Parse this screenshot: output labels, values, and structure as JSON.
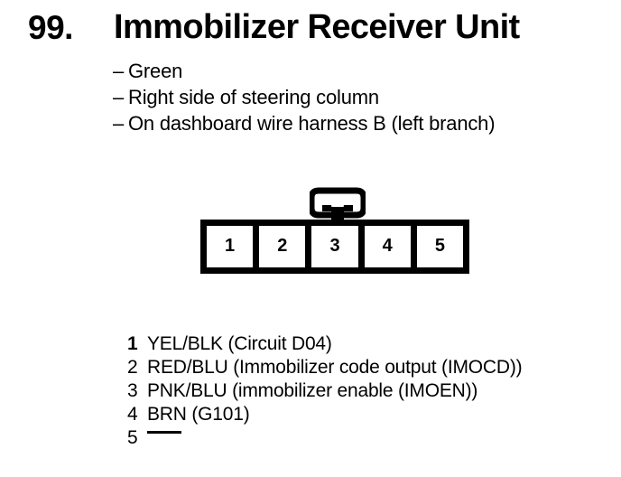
{
  "header": {
    "number": "99.",
    "title": "Immobilizer Receiver Unit"
  },
  "description": {
    "dash": "–",
    "lines": [
      "Green",
      "Right side of steering column",
      "On dashboard wire harness B (left branch)"
    ]
  },
  "connector": {
    "name": "5-pin-connector",
    "latch": "locking-tab",
    "pin_count": 5,
    "pins": [
      {
        "number": "1"
      },
      {
        "number": "2"
      },
      {
        "number": "3"
      },
      {
        "number": "4"
      },
      {
        "number": "5"
      }
    ]
  },
  "pin_legend": [
    {
      "number": "1",
      "description": "YEL/BLK (Circuit D04)",
      "blank": false
    },
    {
      "number": "2",
      "description": "RED/BLU (Immobilizer code output (IMOCD))",
      "blank": false
    },
    {
      "number": "3",
      "description": "PNK/BLU (immobilizer enable (IMOEN))",
      "blank": false
    },
    {
      "number": "4",
      "description": "BRN (G101)",
      "blank": false
    },
    {
      "number": "5",
      "description": "",
      "blank": true
    }
  ],
  "colors": {
    "ink": "#000000",
    "paper": "#ffffff"
  }
}
